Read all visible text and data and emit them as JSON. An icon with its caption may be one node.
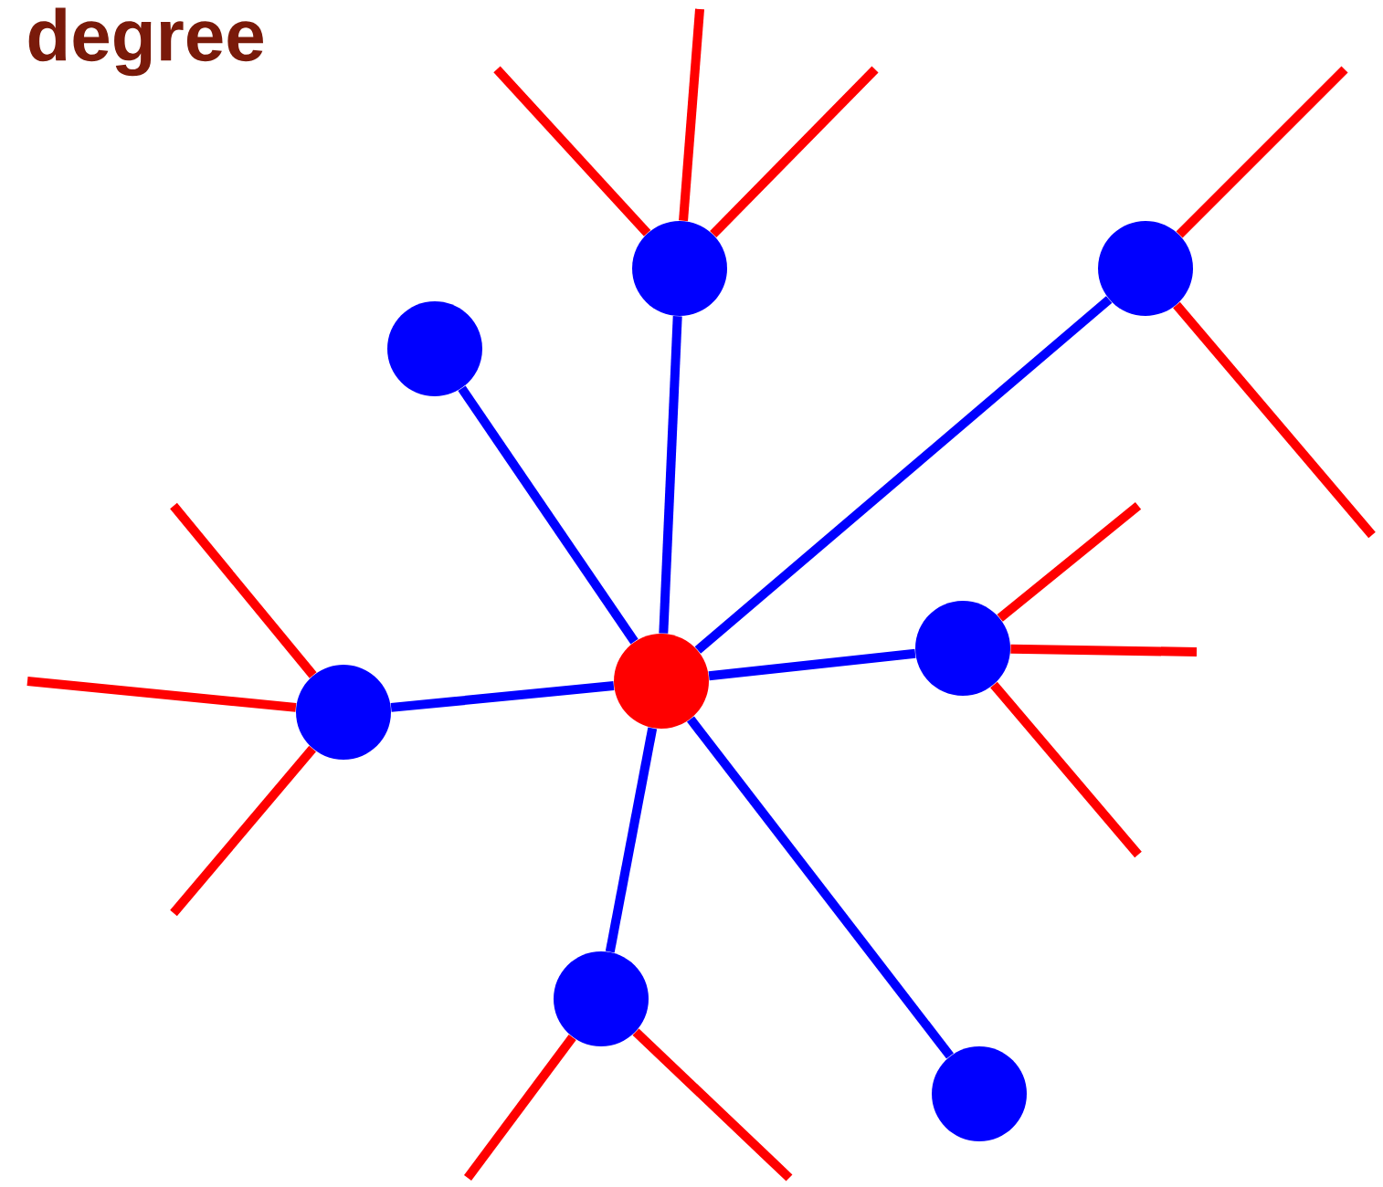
{
  "diagram": {
    "title": "degree",
    "nodes": [
      {
        "text": [],
        "shape": "circle"
      },
      {
        "text": [],
        "shape": "circle"
      },
      {
        "text": [],
        "shape": "circle"
      },
      {
        "text": [],
        "shape": "circle"
      },
      {
        "text": [],
        "shape": "circle"
      },
      {
        "text": [],
        "shape": "circle"
      },
      {
        "text": [],
        "shape": "circle"
      },
      {
        "text": [],
        "shape": "circle"
      }
    ],
    "edges": [
      {
        "from": 4,
        "to": 0,
        "arrow": "none",
        "color": "#0000ff"
      },
      {
        "from": 4,
        "to": 1,
        "arrow": "none",
        "color": "#0000ff"
      },
      {
        "from": 4,
        "to": 2,
        "arrow": "none",
        "color": "#0000ff"
      },
      {
        "from": 4,
        "to": 3,
        "arrow": "none",
        "color": "#0000ff"
      },
      {
        "from": 4,
        "to": 5,
        "arrow": "none",
        "color": "#0000ff"
      },
      {
        "from": 4,
        "to": 6,
        "arrow": "none",
        "color": "#0000ff"
      },
      {
        "from": 4,
        "to": 7,
        "arrow": "none",
        "color": "#0000ff"
      },
      {
        "from": 0,
        "to": null,
        "arrow": "none"
      },
      {
        "from": 0,
        "to": null,
        "arrow": "none"
      },
      {
        "from": 0,
        "to": null,
        "arrow": "none"
      },
      {
        "from": 1,
        "to": null,
        "arrow": "none"
      },
      {
        "from": 1,
        "to": null,
        "arrow": "none"
      },
      {
        "from": 5,
        "to": null,
        "arrow": "none"
      },
      {
        "from": 5,
        "to": null,
        "arrow": "none"
      },
      {
        "from": 5,
        "to": null,
        "arrow": "none"
      },
      {
        "from": 3,
        "to": null,
        "arrow": "none"
      },
      {
        "from": 3,
        "to": null,
        "arrow": "none"
      },
      {
        "from": 3,
        "to": null,
        "arrow": "none"
      },
      {
        "from": 6,
        "to": null,
        "arrow": "none"
      },
      {
        "from": 6,
        "to": null,
        "arrow": "none"
      }
    ]
  }
}
